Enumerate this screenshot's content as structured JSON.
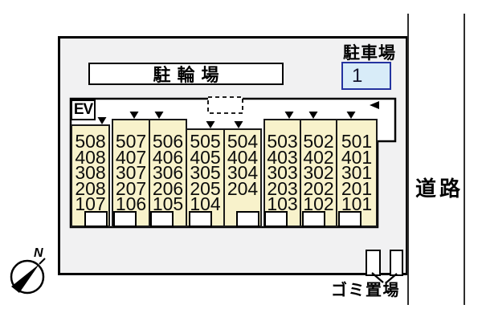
{
  "labels": {
    "bicycle_parking": "駐輪場",
    "car_parking": "駐車場",
    "car_parking_space": "1",
    "road": "道路",
    "garbage_area": "ゴミ置場",
    "elevator": "EV",
    "compass_north": "N"
  },
  "building": {
    "columns": [
      {
        "rooms": [
          "508",
          "408",
          "308",
          "208",
          "107"
        ]
      },
      {
        "rooms": [
          "507",
          "407",
          "307",
          "207",
          "106"
        ]
      },
      {
        "rooms": [
          "506",
          "406",
          "306",
          "206",
          "105"
        ]
      },
      {
        "rooms": [
          "505",
          "405",
          "305",
          "205",
          "104"
        ]
      },
      {
        "rooms": [
          "504",
          "404",
          "304",
          "204",
          ""
        ]
      },
      {
        "rooms": [
          "503",
          "403",
          "303",
          "203",
          "103"
        ]
      },
      {
        "rooms": [
          "502",
          "402",
          "302",
          "202",
          "102"
        ]
      },
      {
        "rooms": [
          "501",
          "401",
          "301",
          "201",
          "101"
        ]
      }
    ]
  },
  "colors": {
    "room_fill": "#f8f2cb",
    "site_bg": "#f1f1f2",
    "parking_fill": "#d8ecf8",
    "parking_border": "#2433a0",
    "line": "#000000"
  }
}
